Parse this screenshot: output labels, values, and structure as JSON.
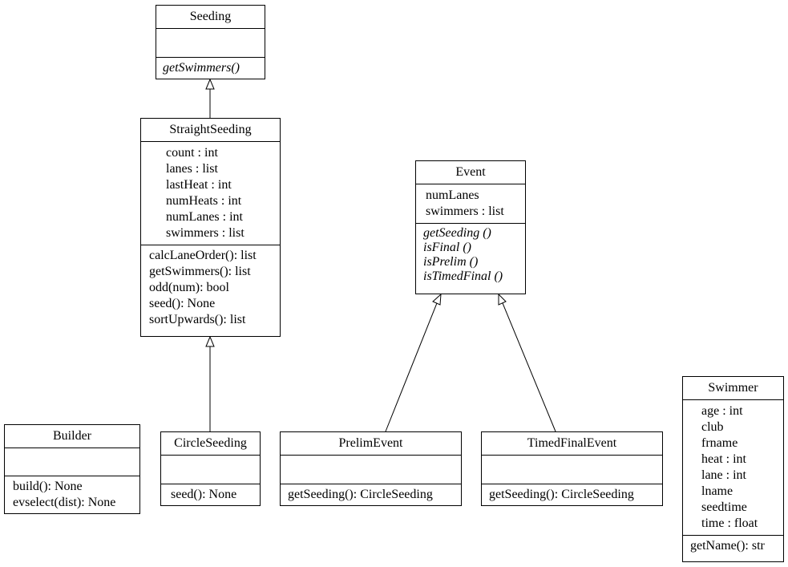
{
  "classes": {
    "seeding": {
      "name": "Seeding",
      "attributes": [],
      "operations": [
        "getSwimmers()"
      ]
    },
    "straight_seeding": {
      "name": "StraightSeeding",
      "attributes": [
        "count : int",
        "lanes : list",
        "lastHeat : int",
        "numHeats : int",
        "numLanes : int",
        "swimmers : list"
      ],
      "operations": [
        "calcLaneOrder(): list",
        "getSwimmers(): list",
        "odd(num): bool",
        "seed(): None",
        "sortUpwards(): list"
      ]
    },
    "event": {
      "name": "Event",
      "attributes": [
        "numLanes",
        "swimmers : list"
      ],
      "operations": [
        "getSeeding ()",
        "isFinal ()",
        "isPrelim ()",
        "isTimedFinal ()"
      ]
    },
    "builder": {
      "name": "Builder",
      "attributes": [],
      "operations": [
        "build(): None",
        "evselect(dist): None"
      ]
    },
    "circle_seeding": {
      "name": "CircleSeeding",
      "attributes": [],
      "operations": [
        "seed(): None"
      ]
    },
    "prelim_event": {
      "name": "PrelimEvent",
      "attributes": [],
      "operations": [
        "getSeeding(): CircleSeeding"
      ]
    },
    "timed_final_event": {
      "name": "TimedFinalEvent",
      "attributes": [],
      "operations": [
        "getSeeding(): CircleSeeding"
      ]
    },
    "swimmer": {
      "name": "Swimmer",
      "attributes": [
        "age : int",
        "club",
        "frname",
        "heat : int",
        "lane : int",
        "lname",
        "seedtime",
        "time : float"
      ],
      "operations": [
        "getName(): str"
      ]
    }
  },
  "inheritance": [
    {
      "child": "straight_seeding",
      "parent": "seeding"
    },
    {
      "child": "circle_seeding",
      "parent": "straight_seeding"
    },
    {
      "child": "prelim_event",
      "parent": "event"
    },
    {
      "child": "timed_final_event",
      "parent": "event"
    }
  ]
}
